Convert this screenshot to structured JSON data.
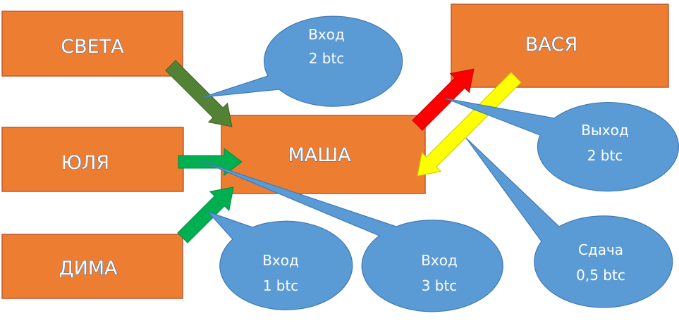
{
  "colors": {
    "box_fill": "#ed7d31",
    "bubble_fill": "#5b9bd5",
    "arrow_dark_green": "#548235",
    "arrow_green": "#00b050",
    "arrow_red": "#ff0000",
    "arrow_yellow": "#ffff00"
  },
  "boxes": {
    "sveta": "СВЕТА",
    "yulya": "ЮЛЯ",
    "dima": "ДИМА",
    "masha": "МАША",
    "vasya": "ВАСЯ"
  },
  "bubbles": {
    "input_2": {
      "line1": "Вход",
      "line2": "2 btc"
    },
    "input_1": {
      "line1": "Вход",
      "line2": "1 btc"
    },
    "input_3": {
      "line1": "Вход",
      "line2": "3 btc"
    },
    "output_2": {
      "line1": "Выход",
      "line2": "2 btc"
    },
    "change": {
      "line1": "Сдача",
      "line2": "0,5 btc"
    }
  }
}
